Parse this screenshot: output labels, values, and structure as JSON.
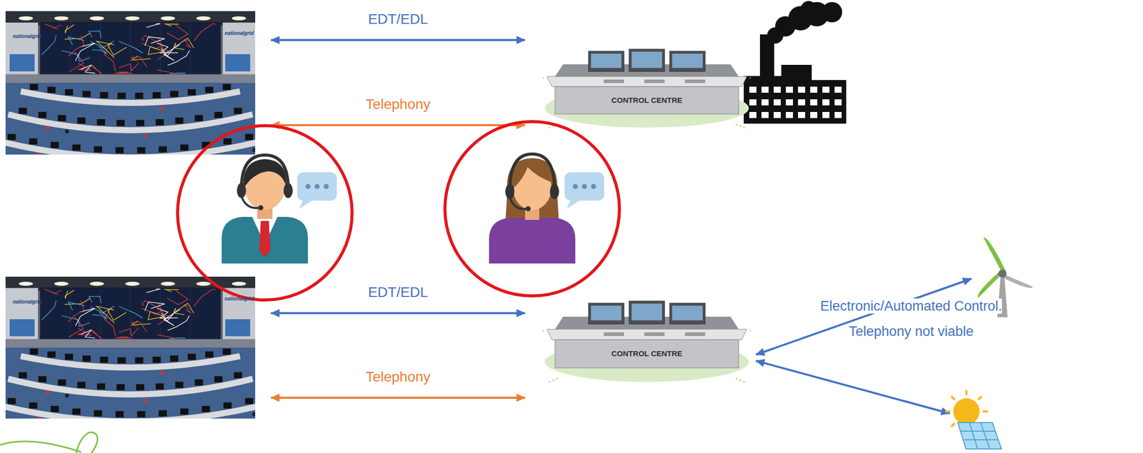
{
  "diagram": {
    "nodes": [
      {
        "text": [
          "nationalgrid",
          "nationalgrid"
        ]
      },
      {
        "text": [
          "CONTROL CENTRE"
        ]
      },
      {
        "text": [
          "nationalgrid",
          "nationalgrid"
        ]
      },
      {
        "text": [
          "CONTROL CENTRE"
        ]
      }
    ],
    "edges": [
      {
        "from": 0,
        "to": 1,
        "arrow": "both",
        "label": "EDT/EDL"
      },
      {
        "from": 0,
        "to": 1,
        "arrow": "both",
        "label": "Telephony"
      },
      {
        "from": 2,
        "to": 3,
        "arrow": "both",
        "label": "EDT/EDL"
      },
      {
        "from": 2,
        "to": 3,
        "arrow": "both",
        "label": "Telephony"
      }
    ],
    "labels": [
      "Electronic/Automated Control. Telephony not viable"
    ]
  }
}
